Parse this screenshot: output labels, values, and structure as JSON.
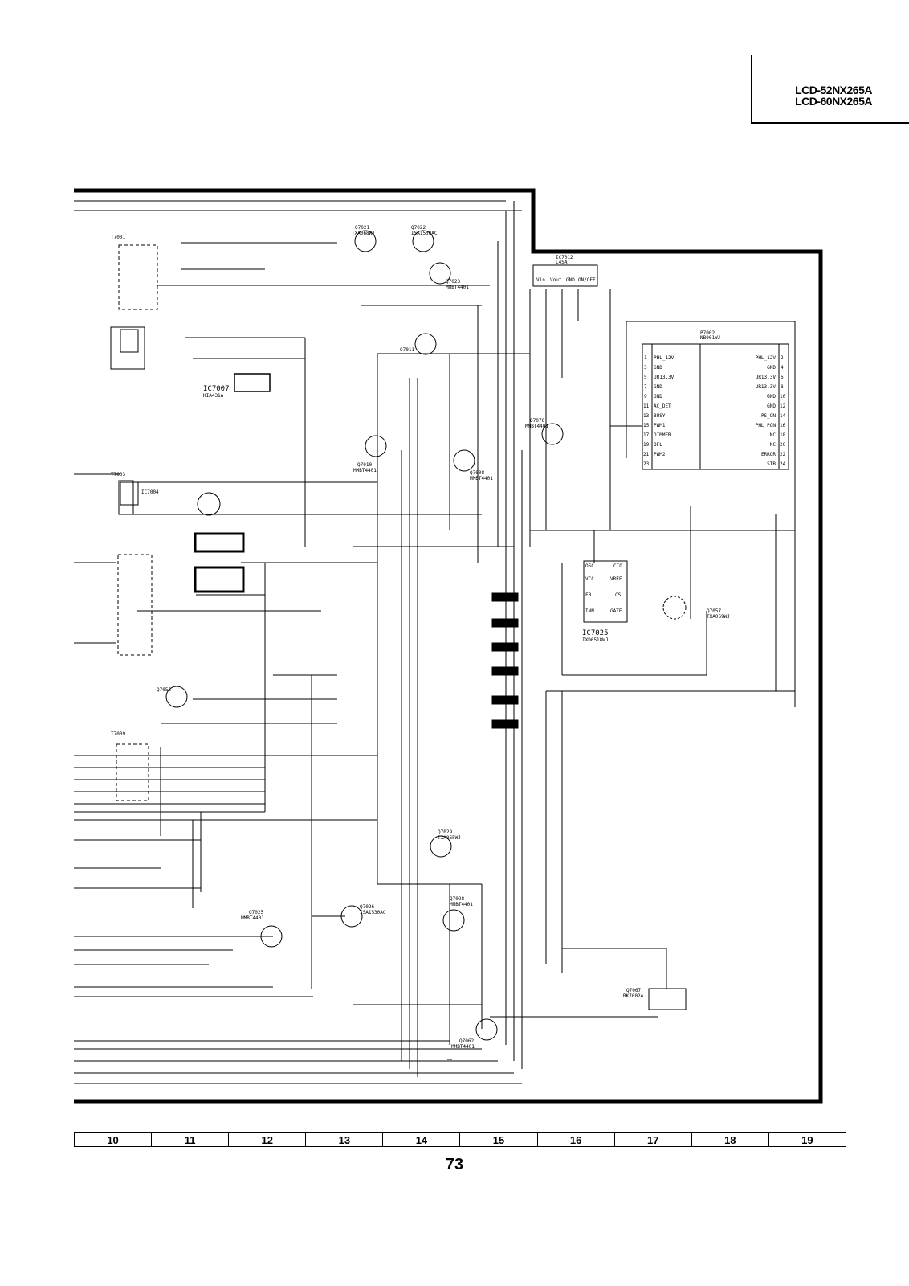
{
  "header": {
    "models": [
      "LCD-52NX265A",
      "LCD-60NX265A"
    ]
  },
  "grid": {
    "columns": [
      "10",
      "11",
      "12",
      "13",
      "14",
      "15",
      "16",
      "17",
      "18",
      "19"
    ]
  },
  "page_number": "73",
  "schematic": {
    "labels": {
      "q7021": "Q7021",
      "q7021_part": "TXA068WJ",
      "q7022": "Q7022",
      "q7022_part": "ISA1530AC",
      "q7023": "Q7023",
      "q7023_part": "MMBT4401",
      "q7011": "Q7011",
      "q7010": "Q7010",
      "q7010_part": "MMBT4401",
      "q7008": "Q7008",
      "q7008_part": "MMBT4401",
      "q7070": "Q7070",
      "q7070_part": "MMBT4401",
      "q7056": "Q7056",
      "q7057": "Q7057",
      "q7057_part": "TXA069WJ",
      "q7029": "Q7029",
      "q7029_part": "TXA065WJ",
      "q7026": "Q7026",
      "q7026_part": "ISA1530AC",
      "q7025": "Q7025",
      "q7025_part": "MMBT4401",
      "q7028": "Q7028",
      "q7028_part": "MMBT4401",
      "q7062": "Q7062",
      "q7062_part": "MMBT4401",
      "q7067": "Q7067",
      "q7067_part": "RK7002A",
      "ic7007": "IC7007",
      "ic7007_part": "KIA431A",
      "ic7025": "IC7025",
      "ic7025_part": "IXD6518WJ",
      "ic7012": "IC7012",
      "ic7012_part": "L4SA",
      "ic7004": "IC7004",
      "t7001": "T7001",
      "t7003": "T7003",
      "t7009": "T7009",
      "p7002": "P7002",
      "p7002_part": "NB001WJ"
    },
    "connector_left": [
      "PHL_12V",
      "GND",
      "UR13.3V",
      "GND",
      "GND",
      "AC_DET",
      "BUSY",
      "PWM1",
      "DIMMER",
      "OFL",
      "PWM2"
    ],
    "connector_left_pins": [
      "1",
      "3",
      "5",
      "7",
      "9",
      "11",
      "13",
      "15",
      "17",
      "19",
      "21",
      "23"
    ],
    "connector_right": [
      "PHL_12V",
      "GND",
      "UR13.3V",
      "UR13.3V",
      "GND",
      "GND",
      "PS_ON",
      "PHL_PON",
      "NC",
      "NC",
      "ERROR",
      "STB"
    ],
    "connector_right_pins": [
      "2",
      "4",
      "6",
      "8",
      "10",
      "12",
      "14",
      "16",
      "18",
      "20",
      "22",
      "24"
    ],
    "ic7012_pins": [
      "Vin",
      "Vout",
      "GND",
      "ON/OFF"
    ],
    "ic7025_pins_left": [
      "OSC",
      "VCC",
      "FB",
      "INN"
    ],
    "ic7025_pins_right": [
      "CIO",
      "VREF",
      "CS",
      "GATE"
    ]
  }
}
